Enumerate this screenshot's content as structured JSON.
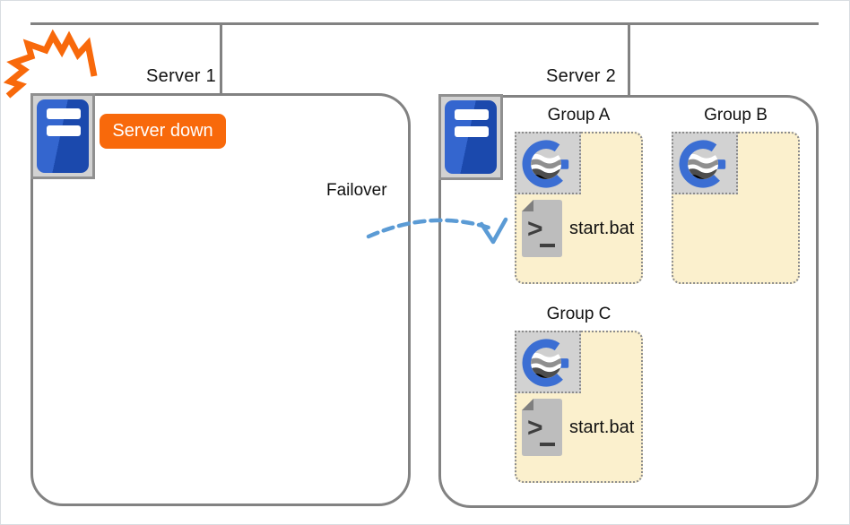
{
  "colors": {
    "line_gray": "#828282",
    "orange": "#F8690B",
    "group_bg": "#FBF0CD",
    "icon_bg": "#D2D2D2",
    "dashed_border": "#8C8C8C",
    "arrow_blue": "#5B9BD5",
    "logo_blue": "#3B6ED3",
    "server_blue_light": "#3466CF",
    "server_blue_dark": "#1B49AD",
    "file_gray": "#BDBDBD",
    "file_fold": "#7F7F7F",
    "file_glyph": "#3F3F3F"
  },
  "server1": {
    "label": "Server 1",
    "status_badge": "Server down",
    "icons": {
      "tower": "server-icon",
      "crash": "explosion-icon"
    }
  },
  "server2": {
    "label": "Server 2",
    "groups": [
      {
        "label": "Group A",
        "app_icon": "g-logo-icon",
        "script": {
          "icon": "batch-file-icon",
          "label": "start.bat"
        }
      },
      {
        "label": "Group B",
        "app_icon": "g-logo-icon"
      },
      {
        "label": "Group C",
        "app_icon": "g-logo-icon",
        "script": {
          "icon": "batch-file-icon",
          "label": "start.bat"
        }
      }
    ]
  },
  "failover": {
    "label": "Failover",
    "arrow": "dashed-curved-arrow"
  }
}
